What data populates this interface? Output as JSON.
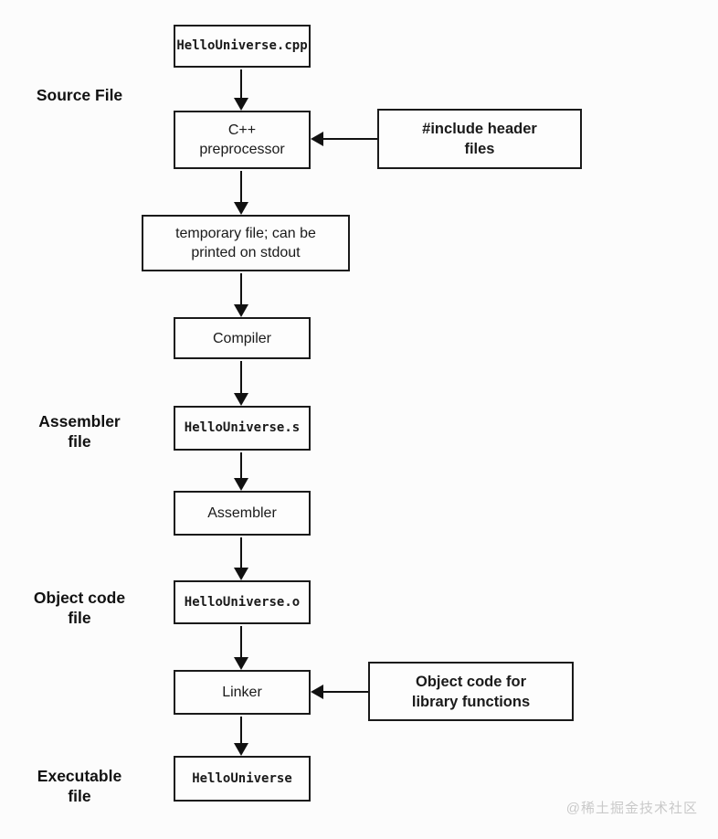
{
  "watermark": "@稀土掘金技术社区",
  "labels": {
    "source": "Source File",
    "assembler": "Assembler\nfile",
    "object_code": "Object code\nfile",
    "executable": "Executable\nfile"
  },
  "nodes": {
    "cpp_file": "HelloUniverse.cpp",
    "preprocessor": "C++\npreprocessor",
    "include_headers": "#include header\nfiles",
    "temp_file": "temporary file; can be\nprinted on stdout",
    "compiler": "Compiler",
    "asm_file": "HelloUniverse.s",
    "assembler": "Assembler",
    "object_file": "HelloUniverse.o",
    "linker": "Linker",
    "object_library": "Object code for\nlibrary functions",
    "executable_file": "HelloUniverse"
  },
  "colors": {
    "border": "#1a1a1a",
    "background": "#fcfcfc",
    "watermark": "#c9c9c9"
  }
}
